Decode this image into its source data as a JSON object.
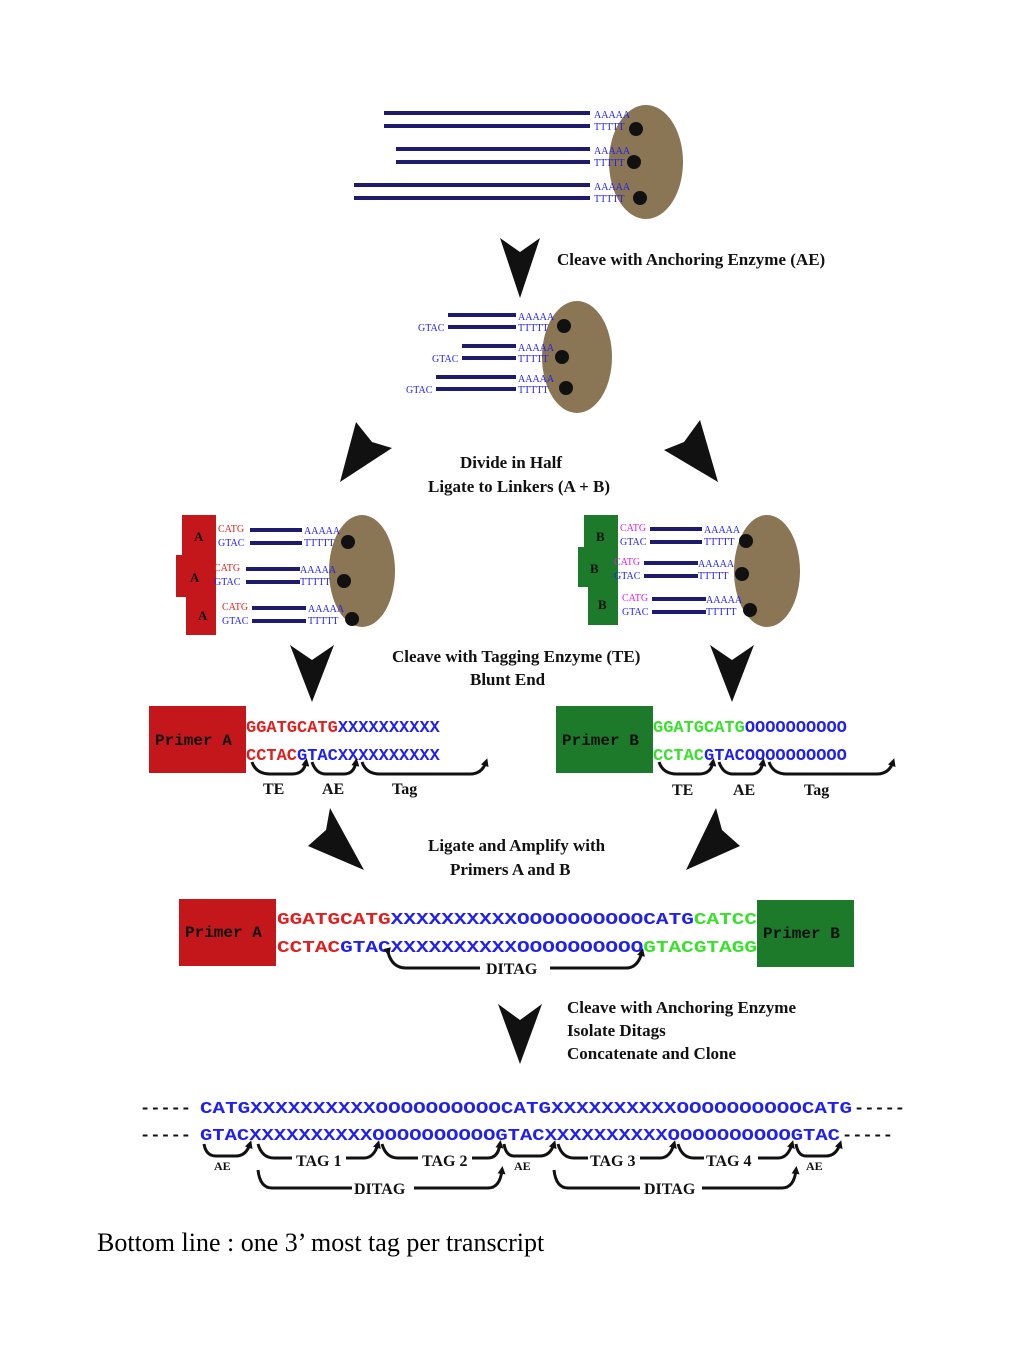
{
  "steps": {
    "cleave_ae": "Cleave with Anchoring Enzyme (AE)",
    "divide_line1": "Divide in Half",
    "divide_line2": "Ligate to Linkers (A + B)",
    "cleave_te_line1": "Cleave with Tagging Enzyme (TE)",
    "cleave_te_line2": "Blunt End",
    "ligate_line1": "Ligate and Amplify with",
    "ligate_line2": "Primers A and B",
    "final_line1": "Cleave with Anchoring Enzyme",
    "final_line2": "Isolate Ditags",
    "final_line3": "Concatenate and Clone"
  },
  "polyA": "AAAAA",
  "polyT": "TTTTT",
  "gtac": "GTAC",
  "catg": "CATG",
  "linker_a": "A",
  "linker_b": "B",
  "primer_a": "Primer A",
  "primer_b": "Primer B",
  "tag_a": {
    "top_red": "GGATGCATG",
    "top_blue": "XXXXXXXXXX",
    "bot_red": "CCTAC",
    "bot_blue": "GTACXXXXXXXXXX"
  },
  "tag_b": {
    "top_green": "GGATGCATG",
    "top_blue": "OOOOOOOOOO",
    "bot_green": "CCTAC",
    "bot_blue": "GTACOOOOOOOOOO"
  },
  "brace_labels": {
    "te": "TE",
    "ae": "AE",
    "tag": "Tag"
  },
  "ditag": {
    "top_red": "GGATGCATG",
    "top_blue": "XXXXXXXXXXOOOOOOOOOOCATG",
    "top_green": "CATCC",
    "bot_red": "CCTAC",
    "bot_blue": "GTACXXXXXXXXXXOOOOOOOOOO",
    "bot_green": "GTACGTAGG",
    "label": "DITAG"
  },
  "concat": {
    "top_dash": "-----",
    "top_seq": "CATGXXXXXXXXXXOOOOOOOOOOCATGXXXXXXXXXXOOOOOOOOOOCATG",
    "bot_seq": "GTACXXXXXXXXXXOOOOOOOOOOGTACXXXXXXXXXXOOOOOOOOOOGTAC",
    "labels": {
      "ae": "AE",
      "tag1": "TAG 1",
      "tag2": "TAG 2",
      "tag3": "TAG 3",
      "tag4": "TAG 4",
      "ditag": "DITAG"
    }
  },
  "bottom_line": "Bottom line : one 3’ most tag per transcript",
  "colors": {
    "strand": "#1e1a6e",
    "bead": "#8a7554",
    "red": "#e0201e",
    "red_box": "#c4171b",
    "green_box": "#1d7a2a",
    "blue": "#1f1ff0",
    "green": "#39e02c",
    "magenta": "#e020e0"
  }
}
